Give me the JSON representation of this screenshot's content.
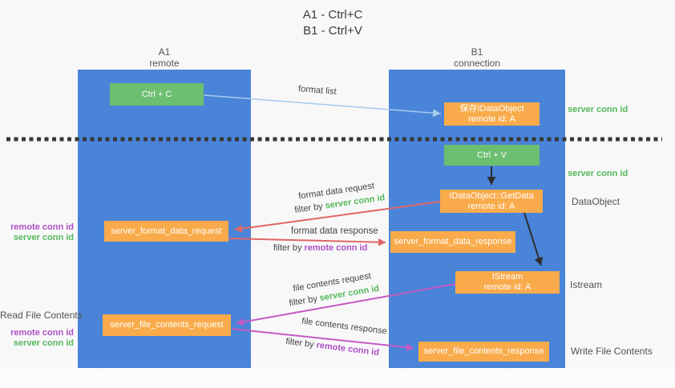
{
  "title": {
    "line1": "A1 - Ctrl+C",
    "line2": "B1 - Ctrl+V"
  },
  "lanes": {
    "left": {
      "name": "A1",
      "role": "remote"
    },
    "right": {
      "name": "B1",
      "role": "connection"
    }
  },
  "boxes": {
    "ctrl_c": "Ctrl + C",
    "save_idataobject": {
      "line1": "保存IDataObject",
      "line2": "remote id: A"
    },
    "ctrl_v": "Ctrl + V",
    "getdata": {
      "line1": "IDataObject::GetData",
      "line2": "remote id: A"
    },
    "format_request": "server_format_data_request",
    "format_response": "server_format_data_response",
    "istream": {
      "line1": "IStream",
      "line2": "remote id: A"
    },
    "file_request": "server_file_contents_request",
    "file_response": "server_file_contents_response"
  },
  "flow_labels": {
    "format_list": "format list",
    "format_data_request": "format data request",
    "format_data_response": "format data response",
    "file_contents_request": "file contents request",
    "file_contents_response": "file contents response"
  },
  "shared": {
    "filter_by": "filter by",
    "server_conn_id": "server conn id",
    "remote_conn_id": "remote conn id"
  },
  "side_labels": {
    "dataobject": "DataObject",
    "istream": "Istream",
    "write_file_contents": "Write File Contents",
    "read_file_contents": "Read File Contents"
  },
  "colors": {
    "lane_blue": "#4a84d8",
    "box_green": "#6cbe70",
    "box_orange": "#f9ab4b",
    "server_conn_id_text": "#55b85a",
    "remote_conn_id_text": "#ad4fc4",
    "request_arrow_red": "#e06666",
    "file_arrow_magenta": "#c45ac4",
    "format_list_arrow_blue": "#a6cbee",
    "black_arrow": "#2d2d2d"
  }
}
